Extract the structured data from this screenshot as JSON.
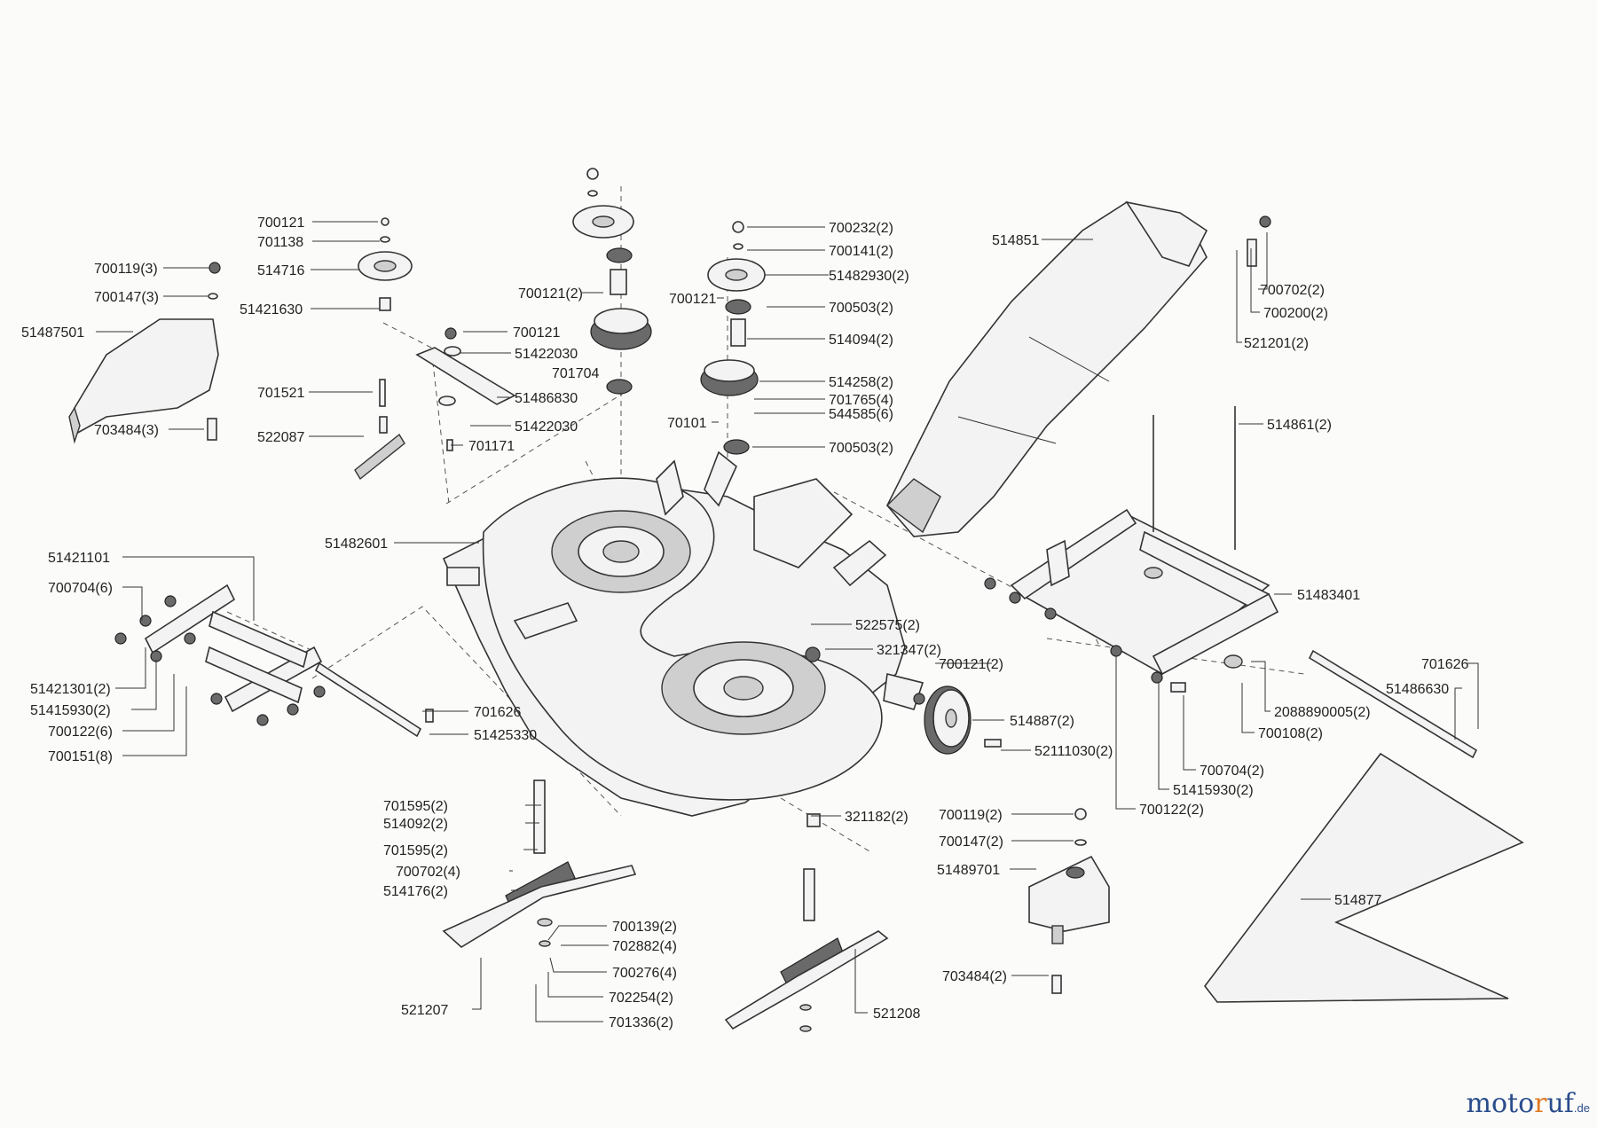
{
  "brand": {
    "part1": "moto",
    "part2": "r",
    "part3": "uf",
    "tld": ".de"
  },
  "colors": {
    "brand_blue": "#2a4c8c",
    "brand_orange": "#e07820",
    "line": "#333333"
  },
  "labels": {
    "l01": "700121",
    "l02": "701138",
    "l03": "514716",
    "l04": "51421630",
    "l05": "700119(3)",
    "l06": "700147(3)",
    "l07": "51487501",
    "l08": "703484(3)",
    "l09": "700121",
    "l10": "51422030",
    "l11": "51486830",
    "l12": "51422030",
    "l13": "701521",
    "l14": "522087",
    "l15": "701171",
    "l16": "700121(2)",
    "l17": "701704",
    "l18": "700121",
    "l19": "70101",
    "l20": "700232(2)",
    "l21": "700141(2)",
    "l22": "51482930(2)",
    "l23": "700503(2)",
    "l24": "514094(2)",
    "l25": "514258(2)",
    "l26": "701765(4)",
    "l27": "544585(6)",
    "l28": "700503(2)",
    "l29": "514851",
    "l30": "700702(2)",
    "l31": "700200(2)",
    "l32": "521201(2)",
    "l33": "514861(2)",
    "l34": "51482601",
    "l35": "51421101",
    "l36": "700704(6)",
    "l37": "51421301(2)",
    "l38": "51415930(2)",
    "l39": "700122(6)",
    "l40": "700151(8)",
    "l41": "701626",
    "l42": "51425330",
    "l43": "522575(2)",
    "l44": "321347(2)",
    "l45": "700121(2)",
    "l46": "514887(2)",
    "l47": "52111030(2)",
    "l48": "51483401",
    "l49": "701626",
    "l50": "51486630",
    "l51": "2088890005(2)",
    "l52": "700108(2)",
    "l53": "700704(2)",
    "l54": "51415930(2)",
    "l55": "700122(2)",
    "l56": "701595(2)",
    "l57": "514092(2)",
    "l58": "701595(2)",
    "l59": "700702(4)",
    "l60": "514176(2)",
    "l61": "700139(2)",
    "l62": "702882(4)",
    "l63": "700276(4)",
    "l64": "702254(2)",
    "l65": "701336(2)",
    "l66": "521207",
    "l67": "321182(2)",
    "l68": "521208",
    "l69": "700119(2)",
    "l70": "700147(2)",
    "l71": "51489701",
    "l72": "703484(2)",
    "l73": "514877"
  }
}
